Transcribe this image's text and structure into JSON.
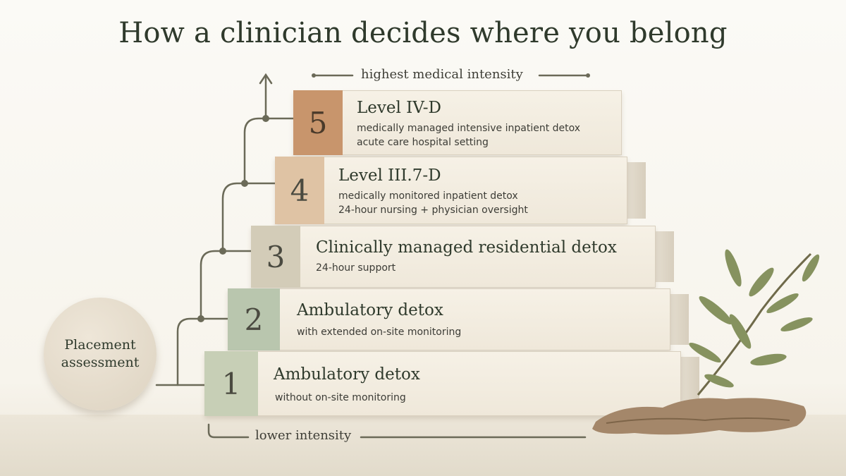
{
  "title": "How a clinician decides where you belong",
  "top_label": "highest medical intensity",
  "bottom_label": "lower intensity",
  "assessment": "Placement assessment",
  "levels": [
    {
      "number": "1",
      "heading": "Ambulatory detox",
      "lines": [
        "without on-site monitoring"
      ],
      "color": "#c7cfb6"
    },
    {
      "number": "2",
      "heading": "Ambulatory detox",
      "lines": [
        "with extended on-site monitoring"
      ],
      "color": "#b9c6ae"
    },
    {
      "number": "3",
      "heading": "Clinically managed residential detox",
      "lines": [
        "24-hour support"
      ],
      "color": "#d3ccb8"
    },
    {
      "number": "4",
      "heading": "Level III.7-D",
      "lines": [
        "medically monitored inpatient detox",
        "24-hour nursing + physician oversight"
      ],
      "color": "#dfc3a4"
    },
    {
      "number": "5",
      "heading": "Level IV-D",
      "lines": [
        "medically managed intensive inpatient detox",
        "acute care hospital setting"
      ],
      "color": "#c8956c"
    }
  ],
  "colors": {
    "connector": "#6b6a58",
    "title": "#2f3a2c"
  }
}
